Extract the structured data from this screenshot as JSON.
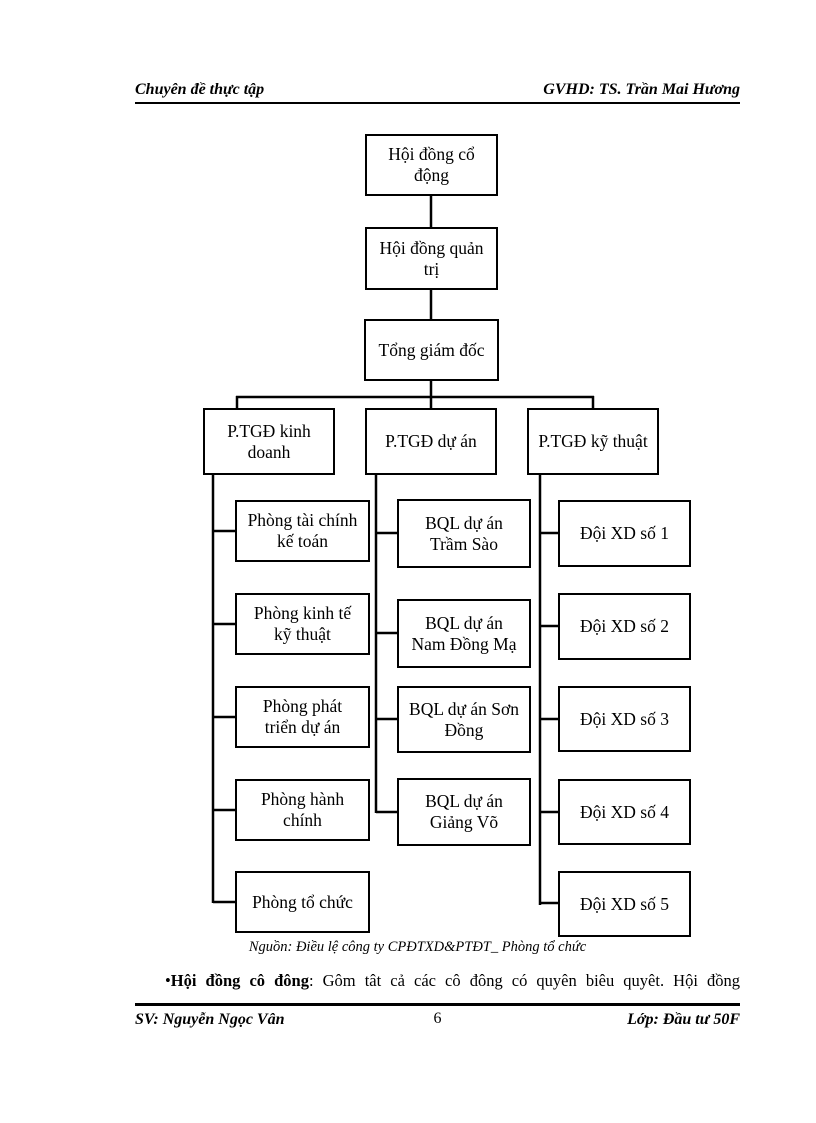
{
  "header": {
    "left": "Chuyên đề thực tập",
    "right": "GVHD: TS. Trần Mai Hương"
  },
  "org_chart": {
    "type": "org-chart",
    "nodes": [
      {
        "id": "hoi-dong-co-dong",
        "label": "Hội đồng cổ\nđộng",
        "parent": null
      },
      {
        "id": "hoi-dong-quan-tri",
        "label": "Hội đồng quản\ntrị",
        "parent": "hoi-dong-co-dong"
      },
      {
        "id": "tong-giam-doc",
        "label": "Tổng giám đốc",
        "parent": "hoi-dong-quan-tri"
      },
      {
        "id": "ptgd-kinh-doanh",
        "label": "P.TGĐ kinh\ndoanh",
        "parent": "tong-giam-doc"
      },
      {
        "id": "ptgd-du-an",
        "label": "P.TGĐ dự án",
        "parent": "tong-giam-doc"
      },
      {
        "id": "ptgd-ky-thuat",
        "label": "P.TGĐ kỹ thuật",
        "parent": "tong-giam-doc"
      },
      {
        "id": "phong-tai-chinh-ke-toan",
        "label": "Phòng tài chính\nkế toán",
        "parent": "ptgd-kinh-doanh"
      },
      {
        "id": "phong-kinh-te-ky-thuat",
        "label": "Phòng kinh tế\nkỹ thuật",
        "parent": "ptgd-kinh-doanh"
      },
      {
        "id": "phong-phat-trien-du-an",
        "label": "Phòng phát\ntriển dự án",
        "parent": "ptgd-kinh-doanh"
      },
      {
        "id": "phong-hanh-chinh",
        "label": "Phòng hành\nchính",
        "parent": "ptgd-kinh-doanh"
      },
      {
        "id": "phong-to-chuc",
        "label": "Phòng tổ chức",
        "parent": "ptgd-kinh-doanh"
      },
      {
        "id": "bql-tram-sao",
        "label": "BQL dự án\nTrầm Sào",
        "parent": "ptgd-du-an"
      },
      {
        "id": "bql-nam-dong-ma",
        "label": "BQL dự án\nNam Đồng Mạ",
        "parent": "ptgd-du-an"
      },
      {
        "id": "bql-son-dong",
        "label": "BQL dự án Sơn\nĐồng",
        "parent": "ptgd-du-an"
      },
      {
        "id": "bql-giang-vo",
        "label": "BQL dự án\nGiảng Võ",
        "parent": "ptgd-du-an"
      },
      {
        "id": "doi-xd-so-1",
        "label": "Đội XD số 1",
        "parent": "ptgd-ky-thuat"
      },
      {
        "id": "doi-xd-so-2",
        "label": "Đội XD số 2",
        "parent": "ptgd-ky-thuat"
      },
      {
        "id": "doi-xd-so-3",
        "label": "Đội XD số 3",
        "parent": "ptgd-ky-thuat"
      },
      {
        "id": "doi-xd-so-4",
        "label": "Đội XD số 4",
        "parent": "ptgd-ky-thuat"
      },
      {
        "id": "doi-xd-so-5",
        "label": "Đội XD số 5",
        "parent": "ptgd-ky-thuat"
      }
    ]
  },
  "figure": {
    "caption": "Nguồn: Điều lệ công ty CPĐTXD&PTĐT_ Phòng tổ chức"
  },
  "body": {
    "bullet_marker": "•",
    "term": "Hội đồng cô đông",
    "text": ": Gôm tât cả các cô đông có quyên biêu quyêt. Hội đồng"
  },
  "footer": {
    "left": "SV: Nguyễn Ngọc Vân",
    "page_number": "6",
    "right": "Lớp: Đầu tư 50F"
  },
  "colors": {
    "text": "#000000",
    "background": "#ffffff",
    "line": "#000000"
  }
}
